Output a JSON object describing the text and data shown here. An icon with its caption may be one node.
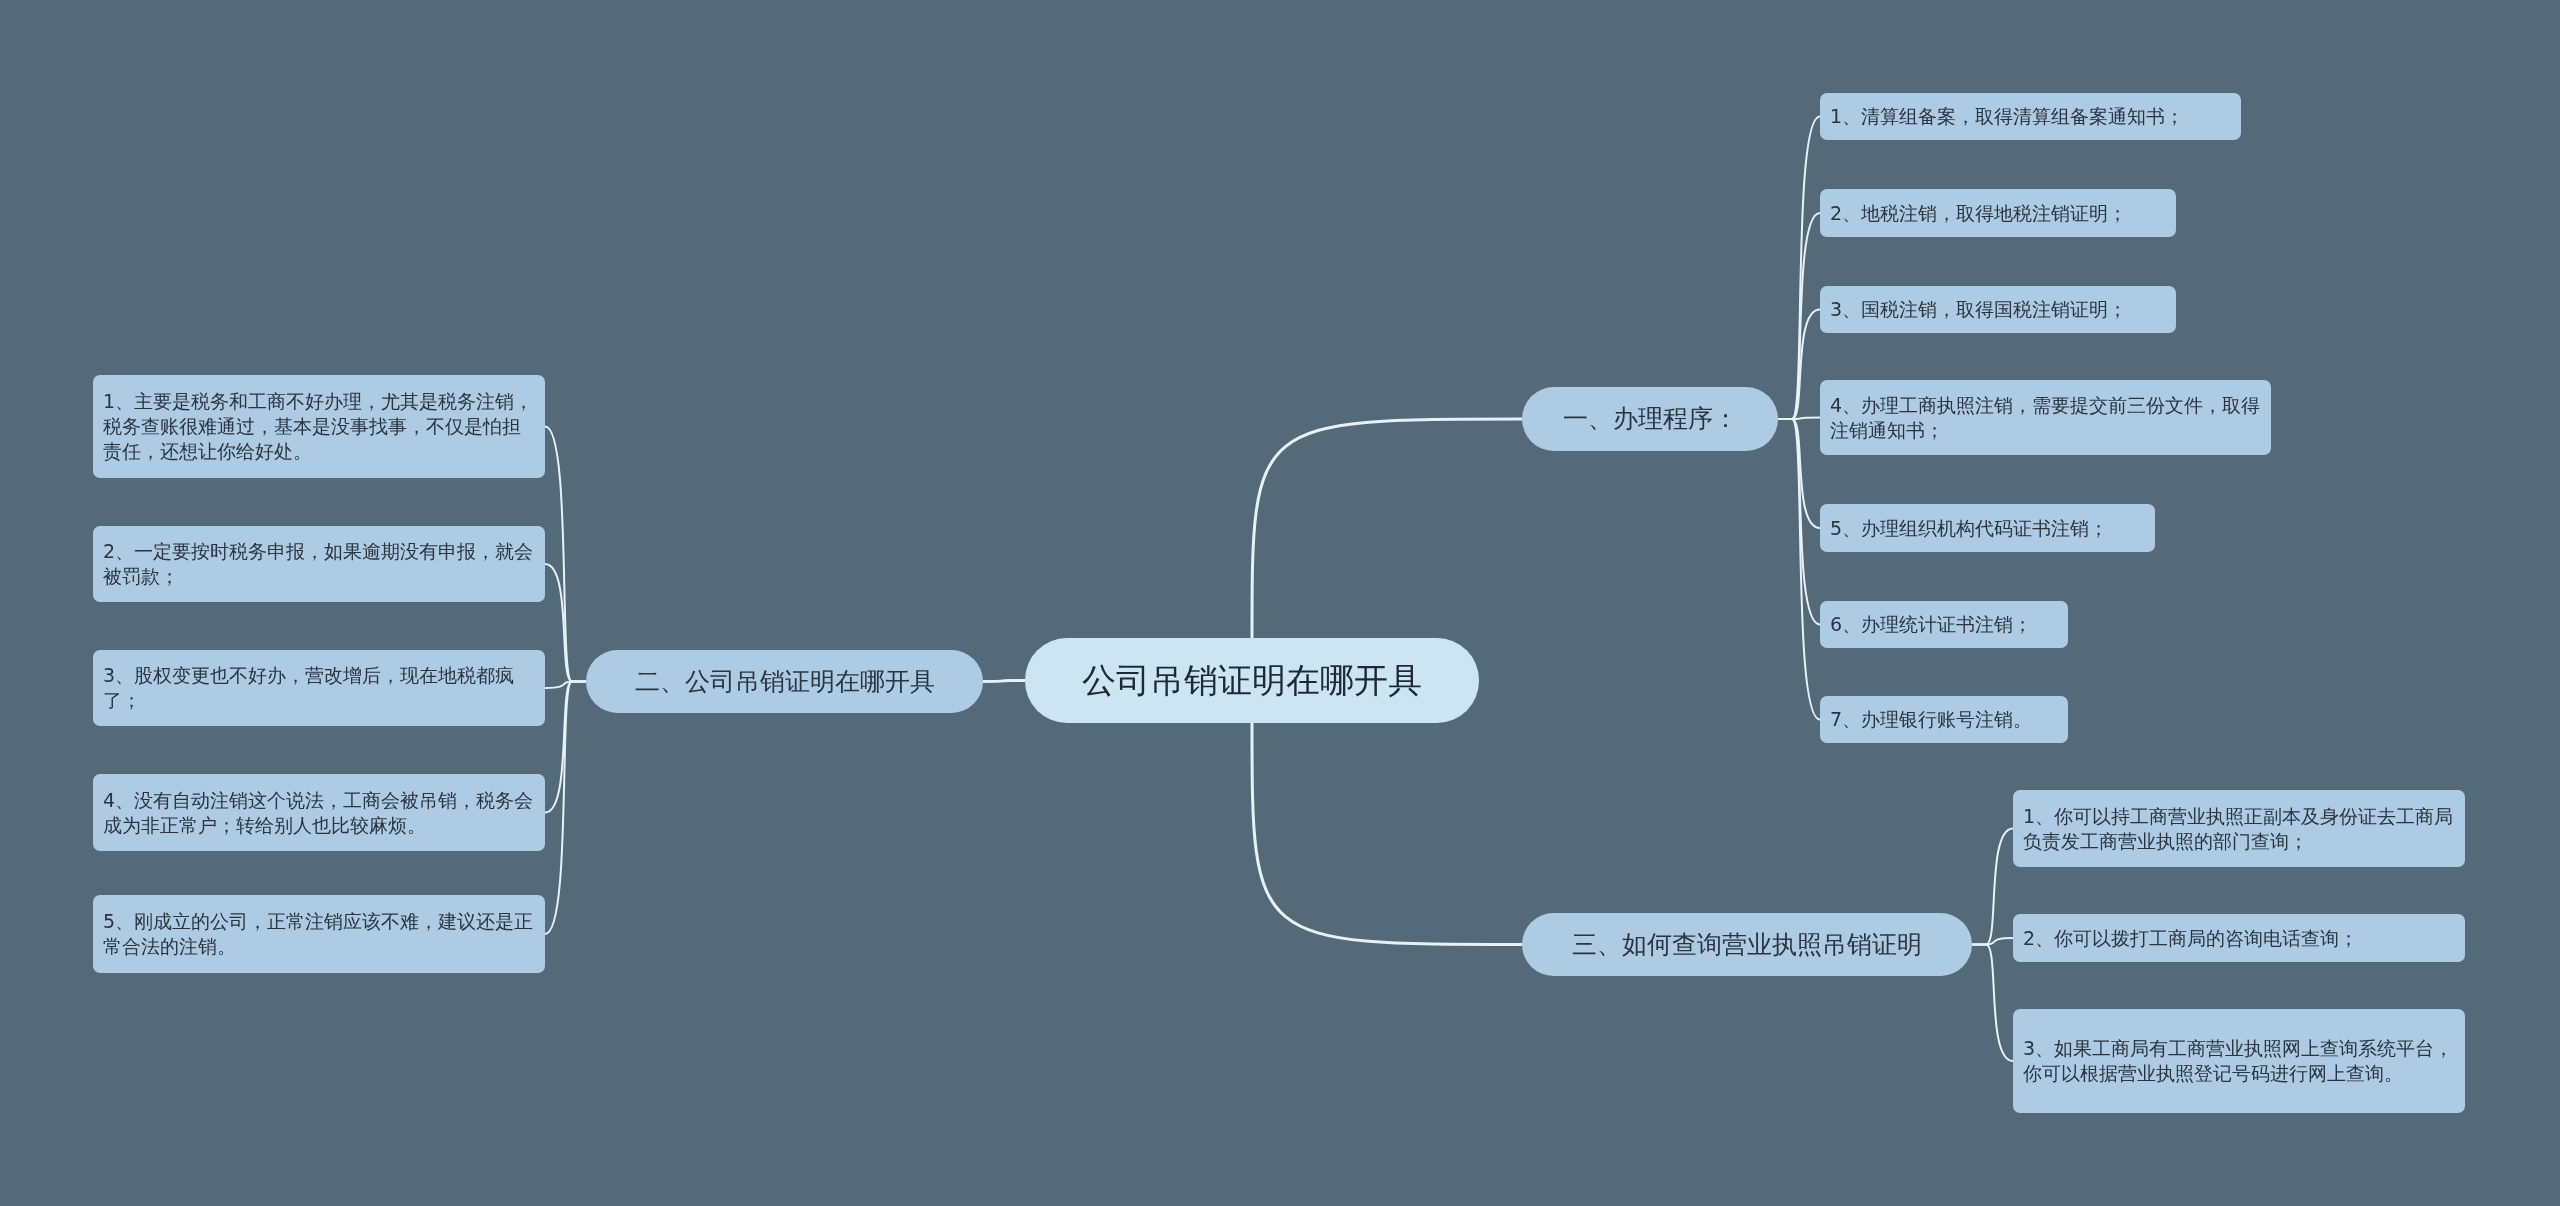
{
  "diagram": {
    "nodes": [
      {
        "text": [
          "公司吊销证明在哪开具"
        ]
      },
      {
        "text": [
          "一、办理程序："
        ]
      },
      {
        "text": [
          "1、清算组备案，取得清算组备案通知书；"
        ]
      },
      {
        "text": [
          "2、地税注销，取得地税注销证明；"
        ]
      },
      {
        "text": [
          "3、国税注销，取得国税注销证明；"
        ]
      },
      {
        "text": [
          "4、办理工商执照注销，需要提交前三份文件，取得注销通知书；"
        ]
      },
      {
        "text": [
          "5、办理组织机构代码证书注销；"
        ]
      },
      {
        "text": [
          "6、办理统计证书注销；"
        ]
      },
      {
        "text": [
          "7、办理银行账号注销。"
        ]
      },
      {
        "text": [
          "二、公司吊销证明在哪开具"
        ]
      },
      {
        "text": [
          "1、主要是税务和工商不好办理，尤其是税务注销，税务查账很难通过，基本是没事找事，不仅是怕担责任，还想让你给好处。"
        ]
      },
      {
        "text": [
          "2、一定要按时税务申报，如果逾期没有申报，就会被罚款；"
        ]
      },
      {
        "text": [
          "3、股权变更也不好办，营改增后，现在地税都疯了；"
        ]
      },
      {
        "text": [
          "4、没有自动注销这个说法，工商会被吊销，税务会成为非正常户；转给别人也比较麻烦。"
        ]
      },
      {
        "text": [
          "5、刚成立的公司，正常注销应该不难，建议还是正常合法的注销。"
        ]
      },
      {
        "text": [
          "三、如何查询营业执照吊销证明"
        ]
      },
      {
        "text": [
          "1、你可以持工商营业执照正副本及身份证去工商局负责发工商营业执照的部门查询；"
        ]
      },
      {
        "text": [
          "2、你可以拨打工商局的咨询电话查询；"
        ]
      },
      {
        "text": [
          "3、如果工商局有工商营业执照网上查询系统平台，你可以根据营业执照登记号码进行网上查询。"
        ]
      }
    ],
    "edges": [
      {
        "from": 0,
        "to": 1,
        "arrow": "none"
      },
      {
        "from": 1,
        "to": 2,
        "arrow": "none"
      },
      {
        "from": 1,
        "to": 3,
        "arrow": "none"
      },
      {
        "from": 1,
        "to": 4,
        "arrow": "none"
      },
      {
        "from": 1,
        "to": 5,
        "arrow": "none"
      },
      {
        "from": 1,
        "to": 6,
        "arrow": "none"
      },
      {
        "from": 1,
        "to": 7,
        "arrow": "none"
      },
      {
        "from": 1,
        "to": 8,
        "arrow": "none"
      },
      {
        "from": 0,
        "to": 9,
        "arrow": "none"
      },
      {
        "from": 9,
        "to": 10,
        "arrow": "none"
      },
      {
        "from": 9,
        "to": 11,
        "arrow": "none"
      },
      {
        "from": 9,
        "to": 12,
        "arrow": "none"
      },
      {
        "from": 9,
        "to": 13,
        "arrow": "none"
      },
      {
        "from": 9,
        "to": 14,
        "arrow": "none"
      },
      {
        "from": 0,
        "to": 15,
        "arrow": "none"
      },
      {
        "from": 15,
        "to": 16,
        "arrow": "none"
      },
      {
        "from": 15,
        "to": 17,
        "arrow": "none"
      },
      {
        "from": 15,
        "to": 18,
        "arrow": "none"
      }
    ]
  }
}
